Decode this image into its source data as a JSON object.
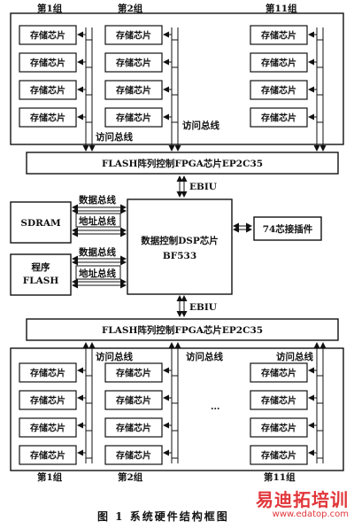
{
  "diagram": {
    "top_groups": [
      "第1组",
      "第2组",
      "第11组"
    ],
    "bottom_groups": [
      "第1组",
      "第2组",
      "第11组"
    ],
    "chip_label": "存储芯片",
    "access_bus": "访问总线",
    "fpga_label": "FLASH阵列控制FPGA芯片EP2C35",
    "ebiu_label": "EBIU",
    "ellipsis": "…",
    "sdram_label": "SDRAM",
    "program_flash_line1": "程序",
    "program_flash_line2": "FLASH",
    "data_bus": "数据总线",
    "address_bus": "地址总线",
    "dsp_line1": "数据控制DSP芯片",
    "dsp_line2": "BF533",
    "connector_label": "74芯接插件"
  },
  "caption": "图 1   系统硬件结构框图",
  "watermark": {
    "logo_text": "易迪拓培训",
    "url": "www.edatop.com",
    "color": "#e1363a"
  }
}
